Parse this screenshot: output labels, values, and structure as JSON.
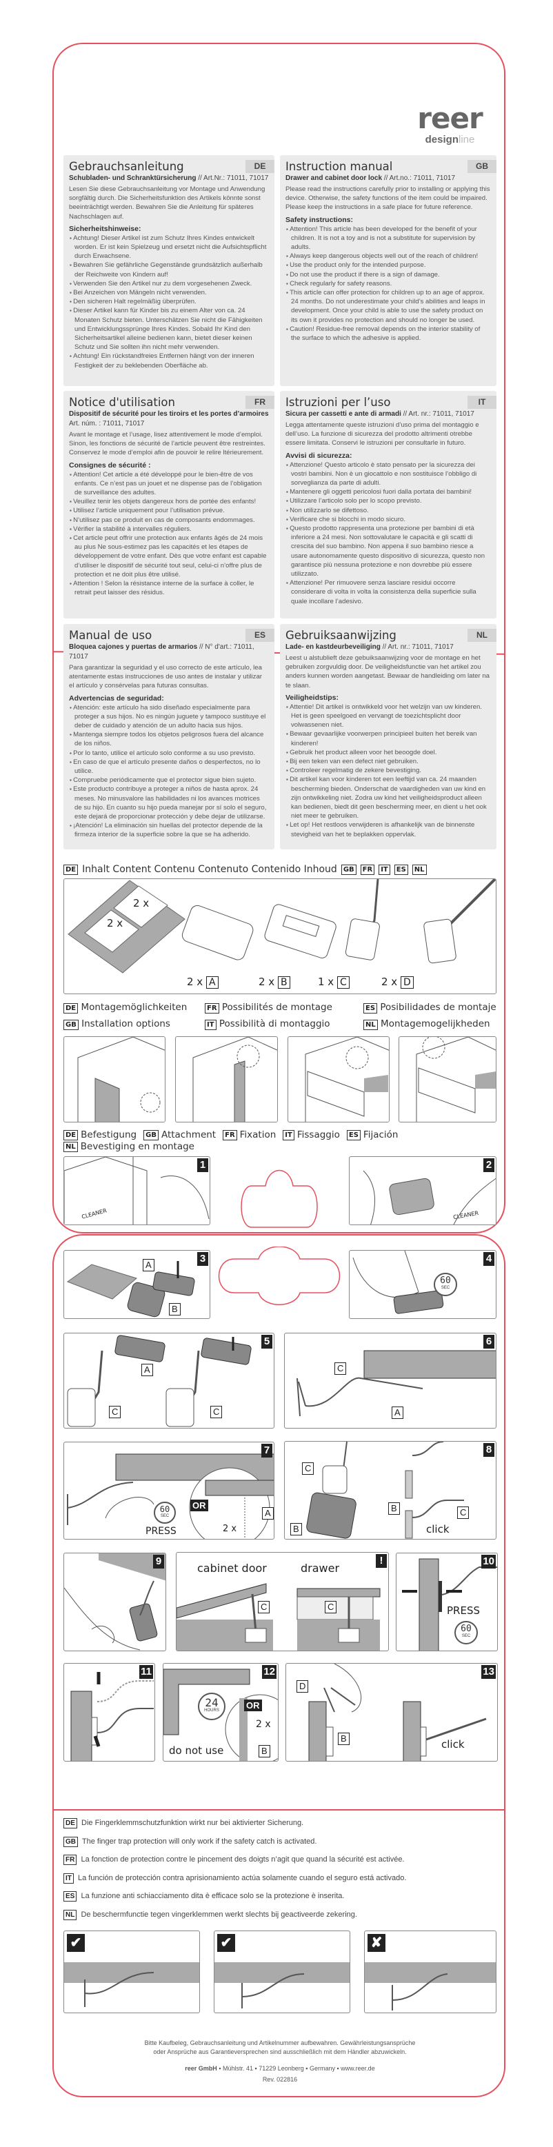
{
  "brand": {
    "logo": "reer",
    "line_bold": "design",
    "line_light": "line"
  },
  "colors": {
    "frame_red": "#e6505e",
    "box_gray": "#ebebeb",
    "part_gray": "#9e9e9e"
  },
  "manuals": [
    {
      "lang": "DE",
      "title": "Gebrauchsanleitung",
      "product": "Schubladen- und Schranktürsicherung",
      "artno": " // Art.Nr.: 71011, 71017",
      "intro": "Lesen Sie diese Gebrauchsanleitung vor Montage und Anwendung sorgfältig durch. Die Sicherheitsfunktion des Artikels könnte sonst beeinträchtigt werden. Bewahren Sie die Anleitung für späteres Nachschlagen auf.",
      "safety_heading": "Sicherheitshinweise:",
      "items": [
        "Achtung! Dieser Artikel ist zum Schutz Ihres Kindes entwickelt worden. Er ist kein Spielzeug und ersetzt nicht die Aufsichtspflicht durch Erwachsene.",
        "Bewahren Sie gefährliche Gegenstände grundsätzlich außerhalb der Reichweite von Kindern auf!",
        "Verwenden Sie den Artikel nur zu dem vorgesehenen Zweck.",
        "Bei Anzeichen von Mängeln nicht verwenden.",
        "Den sicheren Halt regelmäßig überprüfen.",
        "Dieser Artikel kann für Kinder bis zu einem Alter von ca. 24 Monaten Schutz bieten. Unterschätzen Sie nicht die Fähigkeiten und Entwicklungssprünge Ihres Kindes. Sobald Ihr Kind den Sicherheitsartikel alleine bedienen kann, bietet dieser keinen Schutz und Sie sollten ihn nicht mehr verwenden.",
        "Achtung! Ein rückstandfreies Entfernen hängt von der inneren Festigkeit der zu beklebenden Oberfläche ab."
      ]
    },
    {
      "lang": "GB",
      "title": "Instruction manual",
      "product": "Drawer and cabinet door lock",
      "artno": " // Art.no.: 71011, 71017",
      "intro": "Please read the instructions carefully prior to installing or applying this device. Otherwise, the safety functions of the item could be impaired. Please keep the instructions in a safe place for future reference.",
      "safety_heading": "Safety instructions:",
      "items": [
        "Attention! This article has been developed for the benefit of your children. It is not a toy and is not a substitute for supervision by adults.",
        "Always keep dangerous objects well out of the reach of children!",
        "Use the product only for the intended purpose.",
        "Do not use the product if there is a sign of damage.",
        "Check regularly for safety reasons.",
        "This article can offer protection for children up to an age of approx. 24 months. Do not underestimate your child’s abilities and leaps in development. Once your child is able to use the safety product on its own it provides no protection and should no longer be used.",
        "Caution! Residue-free removal depends on the interior stability of the surface to which the adhesive is applied."
      ]
    },
    {
      "lang": "FR",
      "title": "Notice d'utilisation",
      "product": "Dispositif de sécurité pour les tiroirs et les portes d’armoires",
      "artno": "Art. núm. : 71011, 71017",
      "intro": "Avant le montage et l’usage, lisez attentivement le mode d’emploi. Sinon, les fonctions de sécurité de l’article peuvent être restreintes. Conservez le mode d’emploi afin de pouvoir le relire ltérieurement.",
      "safety_heading": "Consignes de sécurité :",
      "items": [
        "Attention! Cet article a été développé pour le bien-être de vos enfants. Ce n’est pas un jouet et ne dispense pas de l’obligation de surveillance des adultes.",
        "Veuillez tenir les objets dangereux hors de portée des enfants!",
        "Utilisez l’article uniquement pour l’utilisation prévue.",
        "N’utilisez pas ce produit en cas de composants endommages.",
        "Vérifier la stabilité à intervalles réguliers.",
        "Cet article peut offrir une protection aux enfants âgés de 24 mois au plus Ne sous-estimez pas les capacités et les étapes de développement de votre enfant. Dès que votre enfant est capable d’utiliser le dispositif de sécurité tout seul, celui-ci n’offre plus de protection et ne doit plus être utilisé.",
        "Attention ! Selon la résistance interne de la surface à coller, le retrait peut laisser des résidus."
      ]
    },
    {
      "lang": "IT",
      "title": "Istruzioni per l’uso",
      "product": "Sicura per cassetti e ante di armadi",
      "artno": " // Art. nr.: 71011, 71017",
      "intro": "Legga attentamente queste istruzioni d’uso prima del montaggio e dell’uso. La funzione di sicurezza del prodotto altrimenti otrebbe essere limitata. Conservi le istruzioni per consultarle in futuro.",
      "safety_heading": "Avvisi di sicurezza:",
      "items": [
        "Attenzione! Questo articolo è stato pensato per la sicurezza dei vostri bambini. Non è un giocattolo e non sostituisce l’obbligo di sorveglianza da parte di adulti.",
        "Mantenere gli oggetti pericolosi fuori dalla portata dei bambini!",
        "Utilizzare l’articolo solo per lo scopo previsto.",
        "Non utilizzarlo se difettoso.",
        "Verificare che si blocchi in modo sicuro.",
        "Questo prodotto rappresenta una protezione per bambini di età inferiore a 24 mesi. Non sottovalutare le capacità e gli scatti di crescita del suo bambino. Non appena il suo bambino riesce a usare autonomamente questo dispositivo di sicurezza, questo non garantisce più nessuna protezione e non dovrebbe più essere utilizzato.",
        "Attenzione! Per rimuovere senza lasciare residui occorre considerare di volta in volta la consistenza della superficie sulla quale incollare l’adesivo."
      ]
    },
    {
      "lang": "ES",
      "title": "Manual de uso",
      "product": "Bloquea cajones y puertas de armarios",
      "artno": " // N° d'art.: 71011, 71017",
      "intro": "Para garantizar la seguridad y el uso correcto de este artículo, lea atentamente estas instrucciones de uso antes de instalar y utilizar el artículo y consérvelas para futuras consultas.",
      "safety_heading": "Advertencias de seguridad:",
      "items": [
        "Atención: este artículo ha sido diseñado especialmente para proteger a sus hijos. No es ningún juguete y tampoco sustituye el deber de cuidado y atención de un adulto hacia sus hijos.",
        "Mantenga siempre todos los objetos peligrosos fuera del alcance de los niños.",
        "Por lo tanto, utilice el artículo solo conforme a su uso previsto.",
        "En caso de que el artículo presente daños o desperfectos, no lo utilice.",
        "Compruebe periódicamente que el protector sigue bien sujeto.",
        "Este producto contribuye a proteger a niños de hasta aprox. 24 meses. No minusvalore las habilidades ni los avances motrices de su hijo. En cuanto su hijo pueda manejar por sí solo el seguro, este dejará de proporcionar protección y debe dejar de utilizarse.",
        "¡Atención! La eliminación sin huellas del protector depende de la firmeza interior de la superficie sobre la que se ha adherido."
      ]
    },
    {
      "lang": "NL",
      "title": "Gebruiksaanwijzing",
      "product": "Lade- en kastdeurbeveiliging",
      "artno": " // Art. nr.: 71011, 71017",
      "intro": "Leest u alstublieft deze gebuiksaanwijzing voor de montage en het gebruiken zorgvuldig door. De veiligheidsfunctie van het artikel zou anders kunnen worden aangetast. Bewaar de handleiding om later na te slaan.",
      "safety_heading": "Veiligheidstips:",
      "items": [
        "Attentie! Dit artikel is ontwikkeld voor het welzijn van uw kinderen. Het is geen speelgoed en vervangt de toezichtsplicht door volwassenen niet.",
        "Bewaar gevaarlijke voorwerpen principieel buiten het bereik van kinderen!",
        "Gebruik het product alleen voor het beoogde doel.",
        "Bij een teken van een defect niet gebruiken.",
        "Controleer regelmatig de zekere bevestiging.",
        "Dit artikel kan voor kinderen tot een leeftijd van ca. 24 maanden bescherming bieden. Onderschat de vaardigheden van uw kind en zijn ontwikkeling niet. Zodra uw kind het veiligheidsproduct alleen kan bedienen, biedt dit geen bescherming meer, en dient u het ook niet meer te gebruiken.",
        "Let op! Het restloos verwijderen is afhankelijk van de binnenste stevigheid van het te beplakken oppervlak."
      ]
    }
  ],
  "contents": {
    "heading": "Inhalt Content Contenu Contenuto Contenido Inhoud",
    "langs": [
      "DE",
      "GB",
      "FR",
      "IT",
      "ES",
      "NL"
    ],
    "sheet_qty": "2 x",
    "parts": [
      {
        "qty": "2 x",
        "part": "A"
      },
      {
        "qty": "2 x",
        "part": "B"
      },
      {
        "qty": "1 x",
        "part": "C"
      },
      {
        "qty": "2 x",
        "part": "D"
      }
    ]
  },
  "installation_options": [
    {
      "lang": "DE",
      "label": "Montagemöglichkeiten"
    },
    {
      "lang": "GB",
      "label": "Installation options"
    },
    {
      "lang": "FR",
      "label": "Possibilités de montage"
    },
    {
      "lang": "IT",
      "label": "Possibilità di montaggio"
    },
    {
      "lang": "ES",
      "label": "Posibilidades de montaje"
    },
    {
      "lang": "NL",
      "label": "Montagemogelijkheden"
    }
  ],
  "attachment": {
    "langs": [
      "DE",
      "GB",
      "FR",
      "IT",
      "ES",
      "NL"
    ],
    "labels": [
      "Befestigung",
      "Attachment",
      "Fixation",
      "Fissaggio",
      "Fijación",
      "Bevestiging en montage"
    ]
  },
  "steps": {
    "s1": {
      "num": "1",
      "cleaner": "CLEANER"
    },
    "s2": {
      "num": "2",
      "cleaner": "CLEANER"
    },
    "s3": {
      "num": "3",
      "a": "A",
      "b": "B"
    },
    "s4": {
      "num": "4",
      "timer": "60",
      "unit": "SEC"
    },
    "s5": {
      "num": "5",
      "a": "A",
      "c": "C"
    },
    "s6": {
      "num": "6",
      "a": "A",
      "c": "C"
    },
    "s7": {
      "num": "7",
      "timer": "60",
      "unit": "SEC",
      "press": "PRESS",
      "or": "OR",
      "a": "A",
      "screws": "2 x"
    },
    "s8": {
      "num": "8",
      "b": "B",
      "c": "C",
      "click": "click"
    },
    "s9": {
      "num": "9"
    },
    "warn": {
      "num": "!",
      "cabinet": "cabinet door",
      "drawer": "drawer",
      "c": "C"
    },
    "s10": {
      "num": "10",
      "press": "PRESS",
      "timer": "60",
      "unit": "SEC"
    },
    "s11": {
      "num": "11"
    },
    "s12": {
      "num": "12",
      "timer": "24",
      "unit": "HOURS",
      "donot": "do not use",
      "or": "OR",
      "screws": "2 x",
      "b": "B"
    },
    "s13": {
      "num": "13",
      "d": "D",
      "b": "B",
      "click": "click"
    }
  },
  "finger_notes": [
    {
      "lang": "DE",
      "text": "Die Fingerklemmschutzfunktion wirkt nur bei aktivierter Sicherung."
    },
    {
      "lang": "GB",
      "text": "The finger trap protection will only work if the safety catch is activated."
    },
    {
      "lang": "FR",
      "text": "La fonction de protection contre le pincement des doigts n’agit que quand la sécurité est activée."
    },
    {
      "lang": "IT",
      "text": "La función de protección contra aprisionamiento actúa solamente cuando el seguro está activado."
    },
    {
      "lang": "ES",
      "text": "La funzione anti schiacciamento dita è efficace solo se la protezione è inserita."
    },
    {
      "lang": "NL",
      "text": "De beschermfunctie tegen vingerklemmen werkt slechts bij geactiveerde zekering."
    }
  ],
  "checks": [
    "✔",
    "✔",
    "✘"
  ],
  "footer": {
    "note1": "Bitte Kaufbeleg, Gebrauchsanleitung und Artikelnummer aufbewahren. Gewährleistungsansprüche",
    "note2": "oder Ansprüche aus Garantieversprechen sind ausschließlich mit dem Händler abzuwickeln.",
    "company": "reer GmbH",
    "address": " ▪ Mühlstr. 41 ▪ 71229 Leonberg ▪ Germany ▪ www.reer.de",
    "rev": "Rev. 022816"
  }
}
